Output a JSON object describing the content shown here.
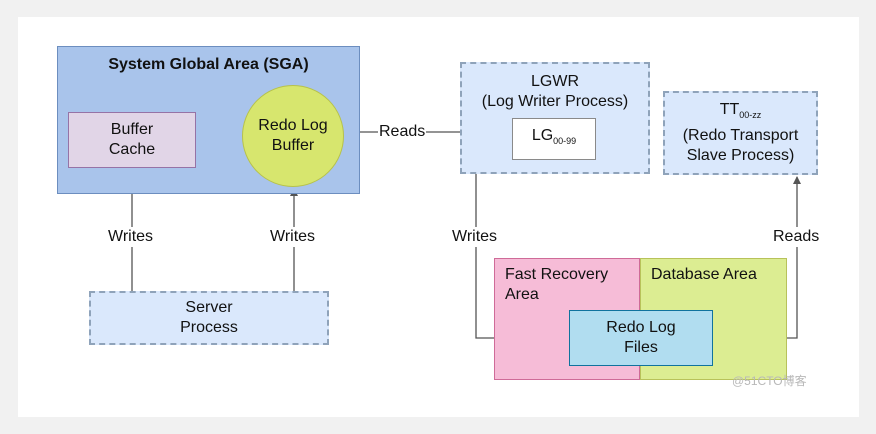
{
  "sga": {
    "title": "System Global Area (SGA)"
  },
  "buffer_cache": {
    "label": "Buffer\nCache"
  },
  "redo_log_buffer": {
    "label": "Redo Log\nBuffer"
  },
  "lgwr": {
    "title": "LGWR",
    "subtitle": "(Log Writer Process)",
    "inner_main": "LG",
    "inner_sub": "00-99"
  },
  "tt": {
    "main": "TT",
    "sub": "00-zz",
    "line2": "(Redo Transport",
    "line3": "Slave Process)"
  },
  "server_process": {
    "label": "Server\nProcess"
  },
  "fast_recovery": {
    "label": "Fast Recovery\nArea"
  },
  "database_area": {
    "label": "Database Area"
  },
  "redo_log_files": {
    "label": "Redo Log\nFiles"
  },
  "arrow_labels": {
    "reads_lgwr": "Reads",
    "writes_cache": "Writes",
    "writes_buffer": "Writes",
    "writes_lgwr": "Writes",
    "reads_tt": "Reads"
  },
  "watermark": "@51CTO博客",
  "colors": {
    "sga": "#a9c4eb",
    "buffer_cache": "#e1d5e7",
    "redo_log_buffer": "#d7e66e",
    "process_box": "#dae8fc",
    "fast_recovery": "#f6bcd7",
    "database_area": "#dced92",
    "redo_log_files": "#b1ddf0"
  }
}
